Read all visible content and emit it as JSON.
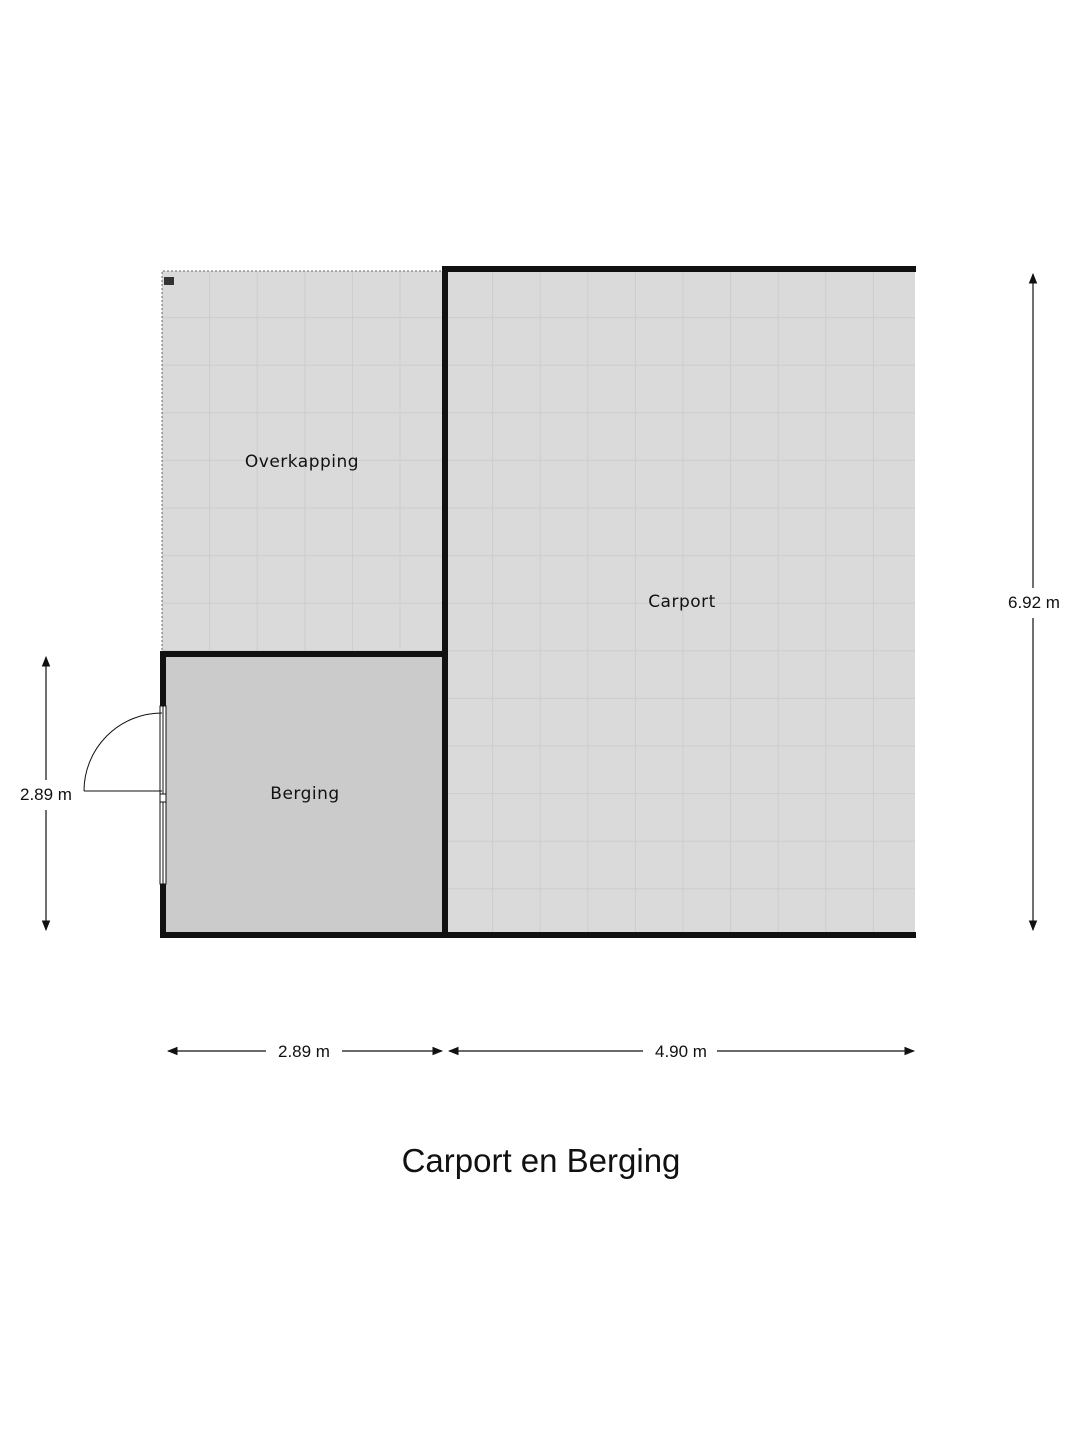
{
  "plan": {
    "title": "Carport en Berging",
    "rooms": {
      "overkapping": "Overkapping",
      "carport": "Carport",
      "berging": "Berging"
    },
    "dimensions": {
      "height_right": "6.92 m",
      "height_left": "2.89 m",
      "width_left": "2.89 m",
      "width_right": "4.90 m"
    },
    "colors": {
      "floor_tile": "#d9d9d9",
      "tile_grid": "#cfcfcf",
      "berging_floor": "#cbcbcb",
      "wall": "#111111"
    }
  }
}
